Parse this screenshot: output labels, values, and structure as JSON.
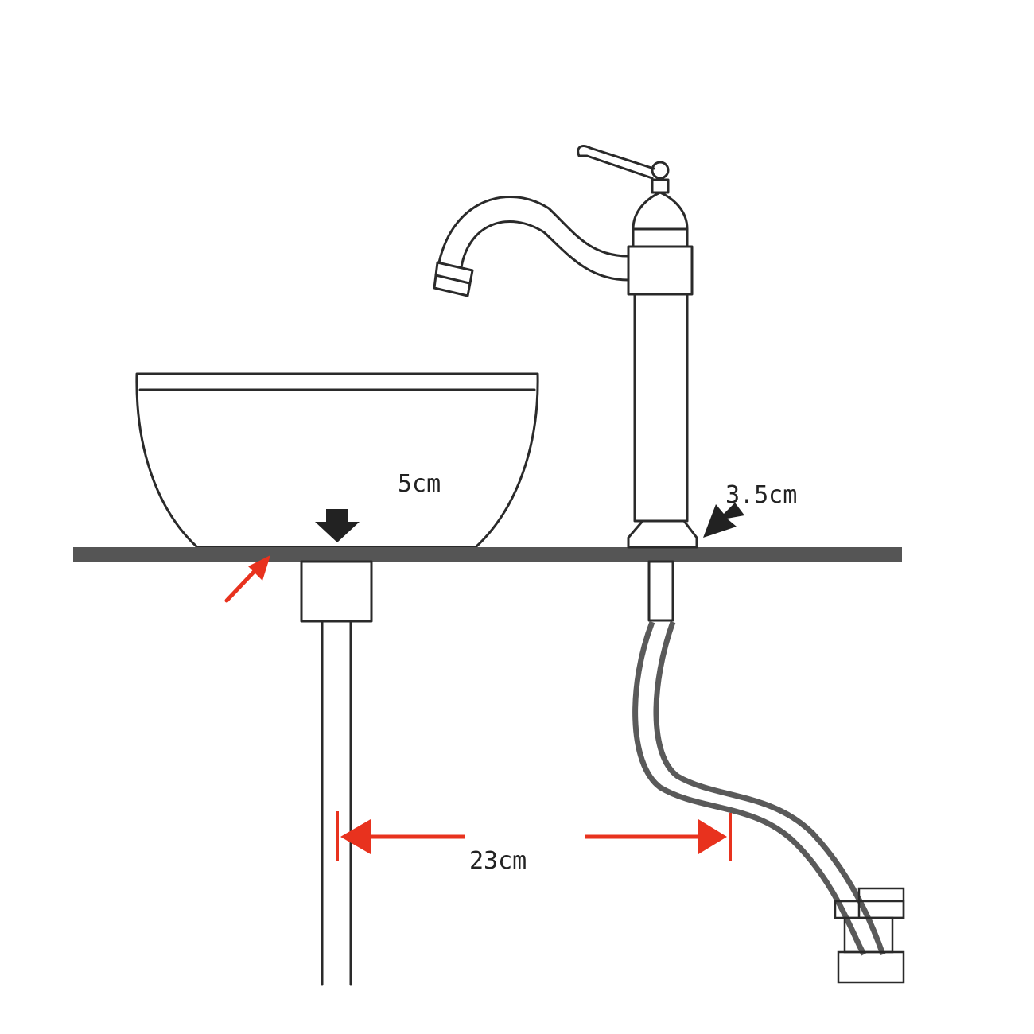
{
  "labels": {
    "drain_depth": "5cm",
    "deck_thickness": "3.5cm",
    "hole_spacing": "23cm"
  },
  "colors": {
    "outline": "#2a2a2a",
    "countertop": "#555555",
    "dimension_arrow": "#e8321e",
    "pointer_arrow": "#222222",
    "hose": "#5a5a5a"
  }
}
